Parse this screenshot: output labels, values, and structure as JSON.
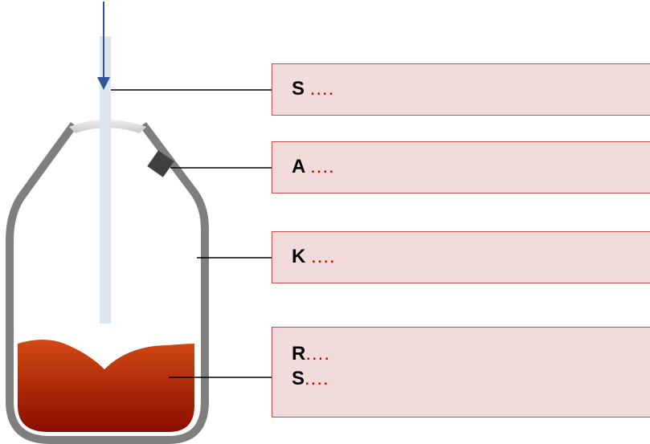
{
  "labels": [
    {
      "letter": "S",
      "dots": "...."
    },
    {
      "letter": "A",
      "dots": "...."
    },
    {
      "letter": "K",
      "dots": "...."
    },
    {
      "letters": [
        {
          "letter": "R",
          "dots": "...."
        },
        {
          "letter": "S",
          "dots": "...."
        }
      ]
    }
  ],
  "colors": {
    "box_fill": "#f2dcdb",
    "box_border": "#c0504d",
    "dots": "#c00000",
    "vessel_wall": "#7f7f7f",
    "lance": "#dce6f1",
    "arrow": "#2e5496",
    "melt_top": "#d24a12",
    "melt_bottom": "#8a0d00"
  }
}
